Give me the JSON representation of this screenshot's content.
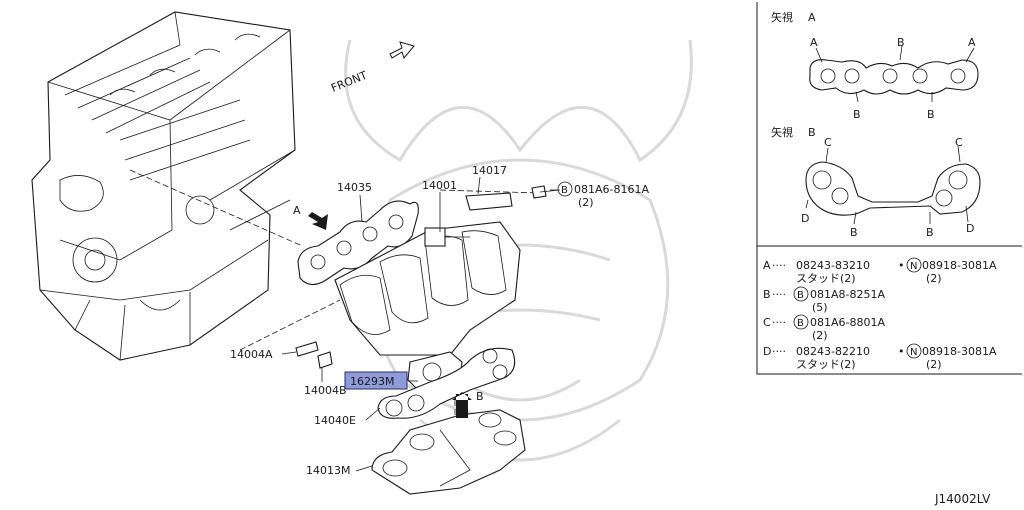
{
  "diagram": {
    "front_label": "FRONT",
    "code": "J14002LV",
    "parts": {
      "p14035": "14035",
      "p14001": "14001",
      "p14017": "14017",
      "p14004A": "14004A",
      "p14004B": "14004B",
      "p16293M": "16293M",
      "p14040E": "14040E",
      "p14013M": "14013M"
    },
    "bolt_callout": {
      "symbol": "B",
      "code": "081A6-8161A",
      "qty": "(2)"
    },
    "arrow_A": "A",
    "arrow_B": "B"
  },
  "view_a": {
    "title_kanji": "矢視",
    "title_letter": "A",
    "labels": [
      "A",
      "B",
      "A",
      "B",
      "B"
    ]
  },
  "view_b": {
    "title_kanji": "矢視",
    "title_letter": "B",
    "labels": [
      "C",
      "C",
      "D",
      "B",
      "B",
      "D"
    ]
  },
  "legend": {
    "a": {
      "key": "A",
      "part": "08243-83210",
      "sub": "スタッド(2)",
      "sym": "N",
      "part2": "08918-3081A",
      "qty2": "(2)"
    },
    "b": {
      "key": "B",
      "sym": "B",
      "part": "081A8-8251A",
      "qty": "(5)"
    },
    "c": {
      "key": "C",
      "sym": "B",
      "part": "081A6-8801A",
      "qty": "(2)"
    },
    "d": {
      "key": "D",
      "part": "08243-82210",
      "sub": "スタッド(2)",
      "sym": "N",
      "part2": "08918-3081A",
      "qty2": "(2)"
    }
  },
  "colors": {
    "highlight": "#8e9bd8",
    "ink": "#1a1a1a",
    "watermark": "#d9d9d9"
  }
}
